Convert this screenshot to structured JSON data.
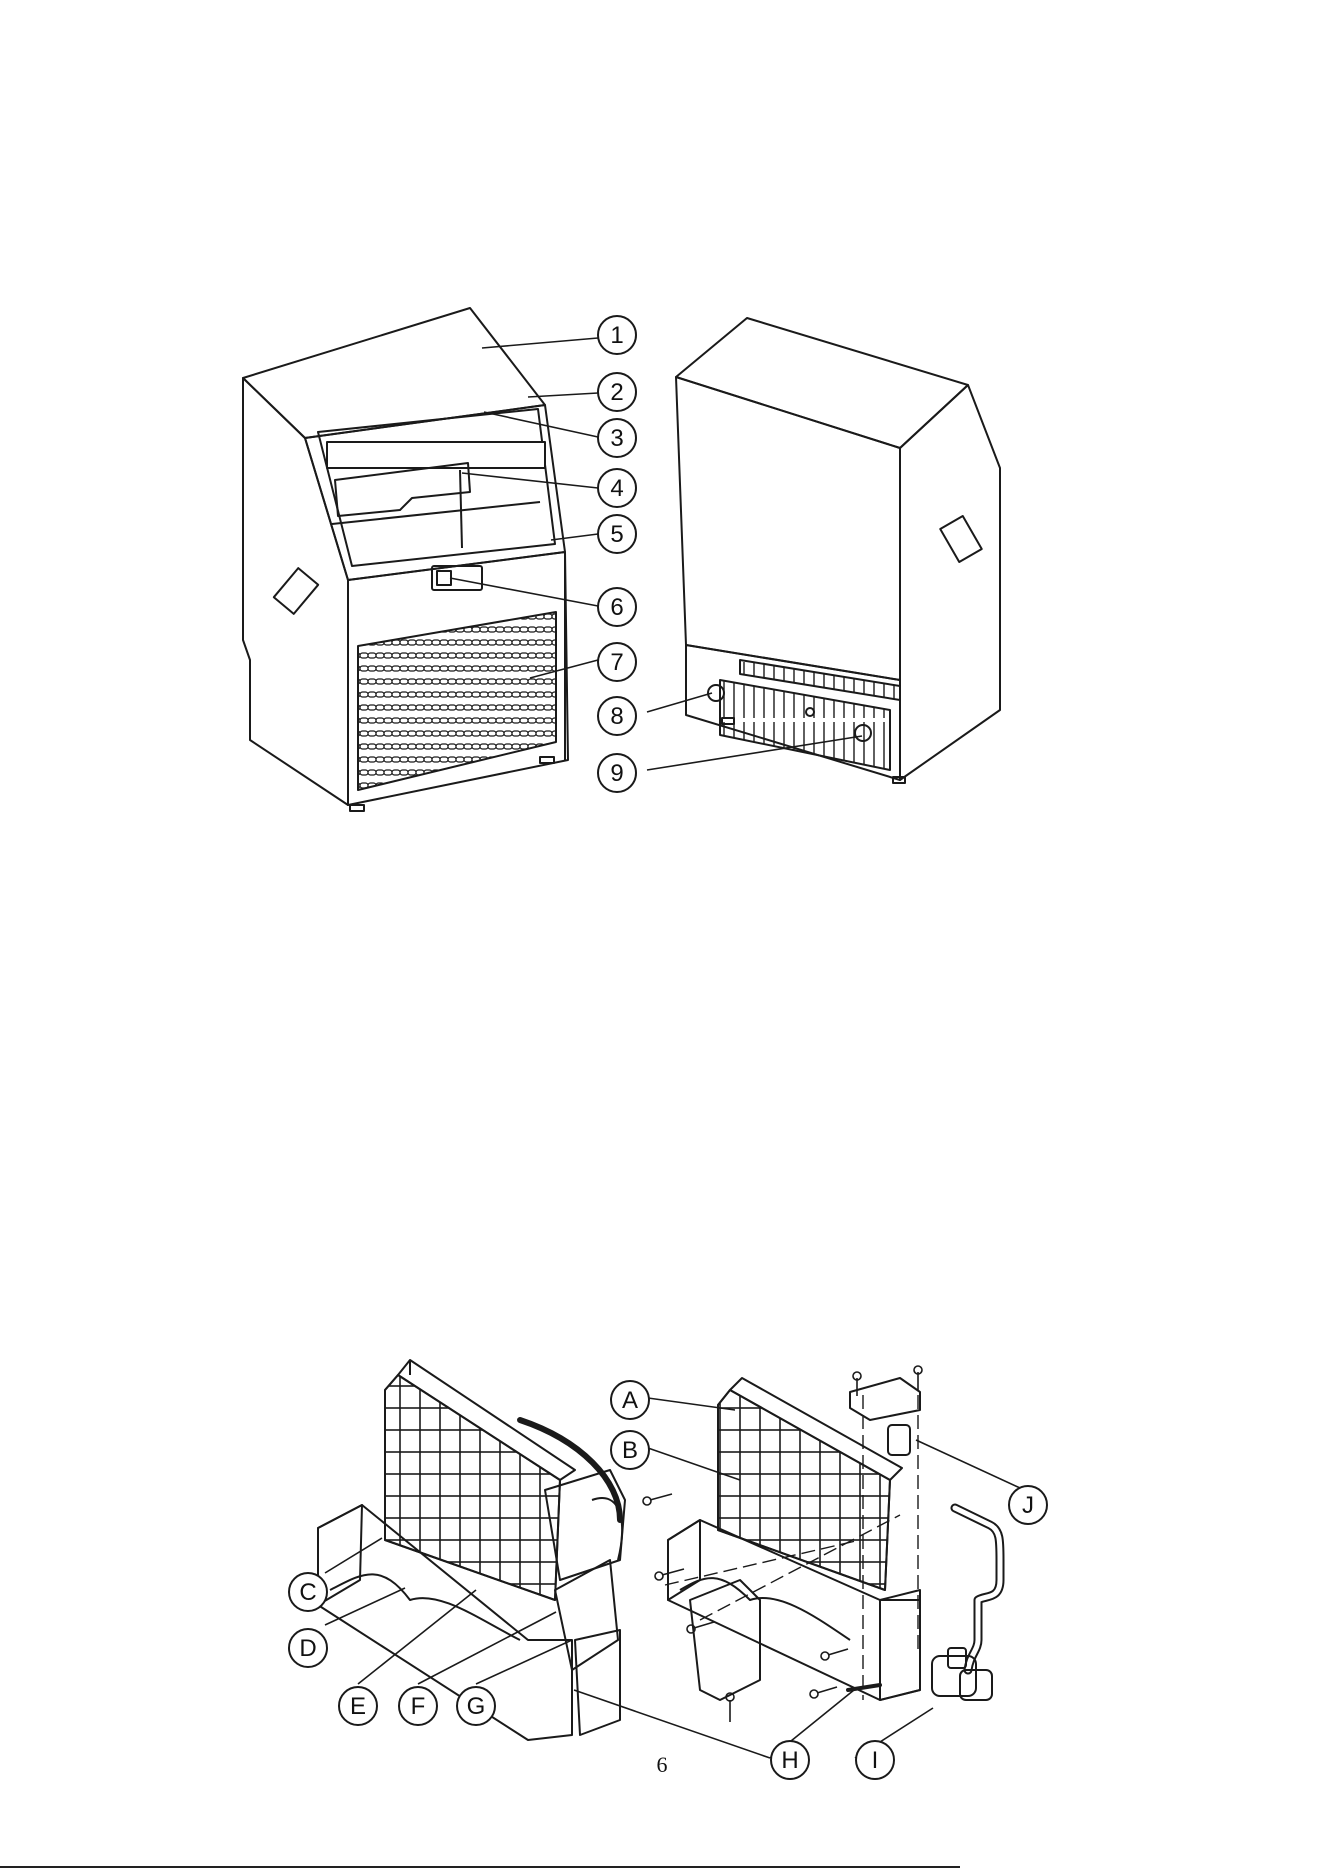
{
  "figure1": {
    "callouts": [
      "1",
      "2",
      "3",
      "4",
      "5",
      "6",
      "7",
      "8",
      "9"
    ]
  },
  "figure2": {
    "callouts": [
      "A",
      "B",
      "C",
      "D",
      "E",
      "F",
      "G",
      "H",
      "I",
      "J"
    ]
  },
  "footer": {
    "page_number": "6"
  },
  "colors": {
    "line": "#1a1a1a",
    "paper": "#ffffff"
  }
}
